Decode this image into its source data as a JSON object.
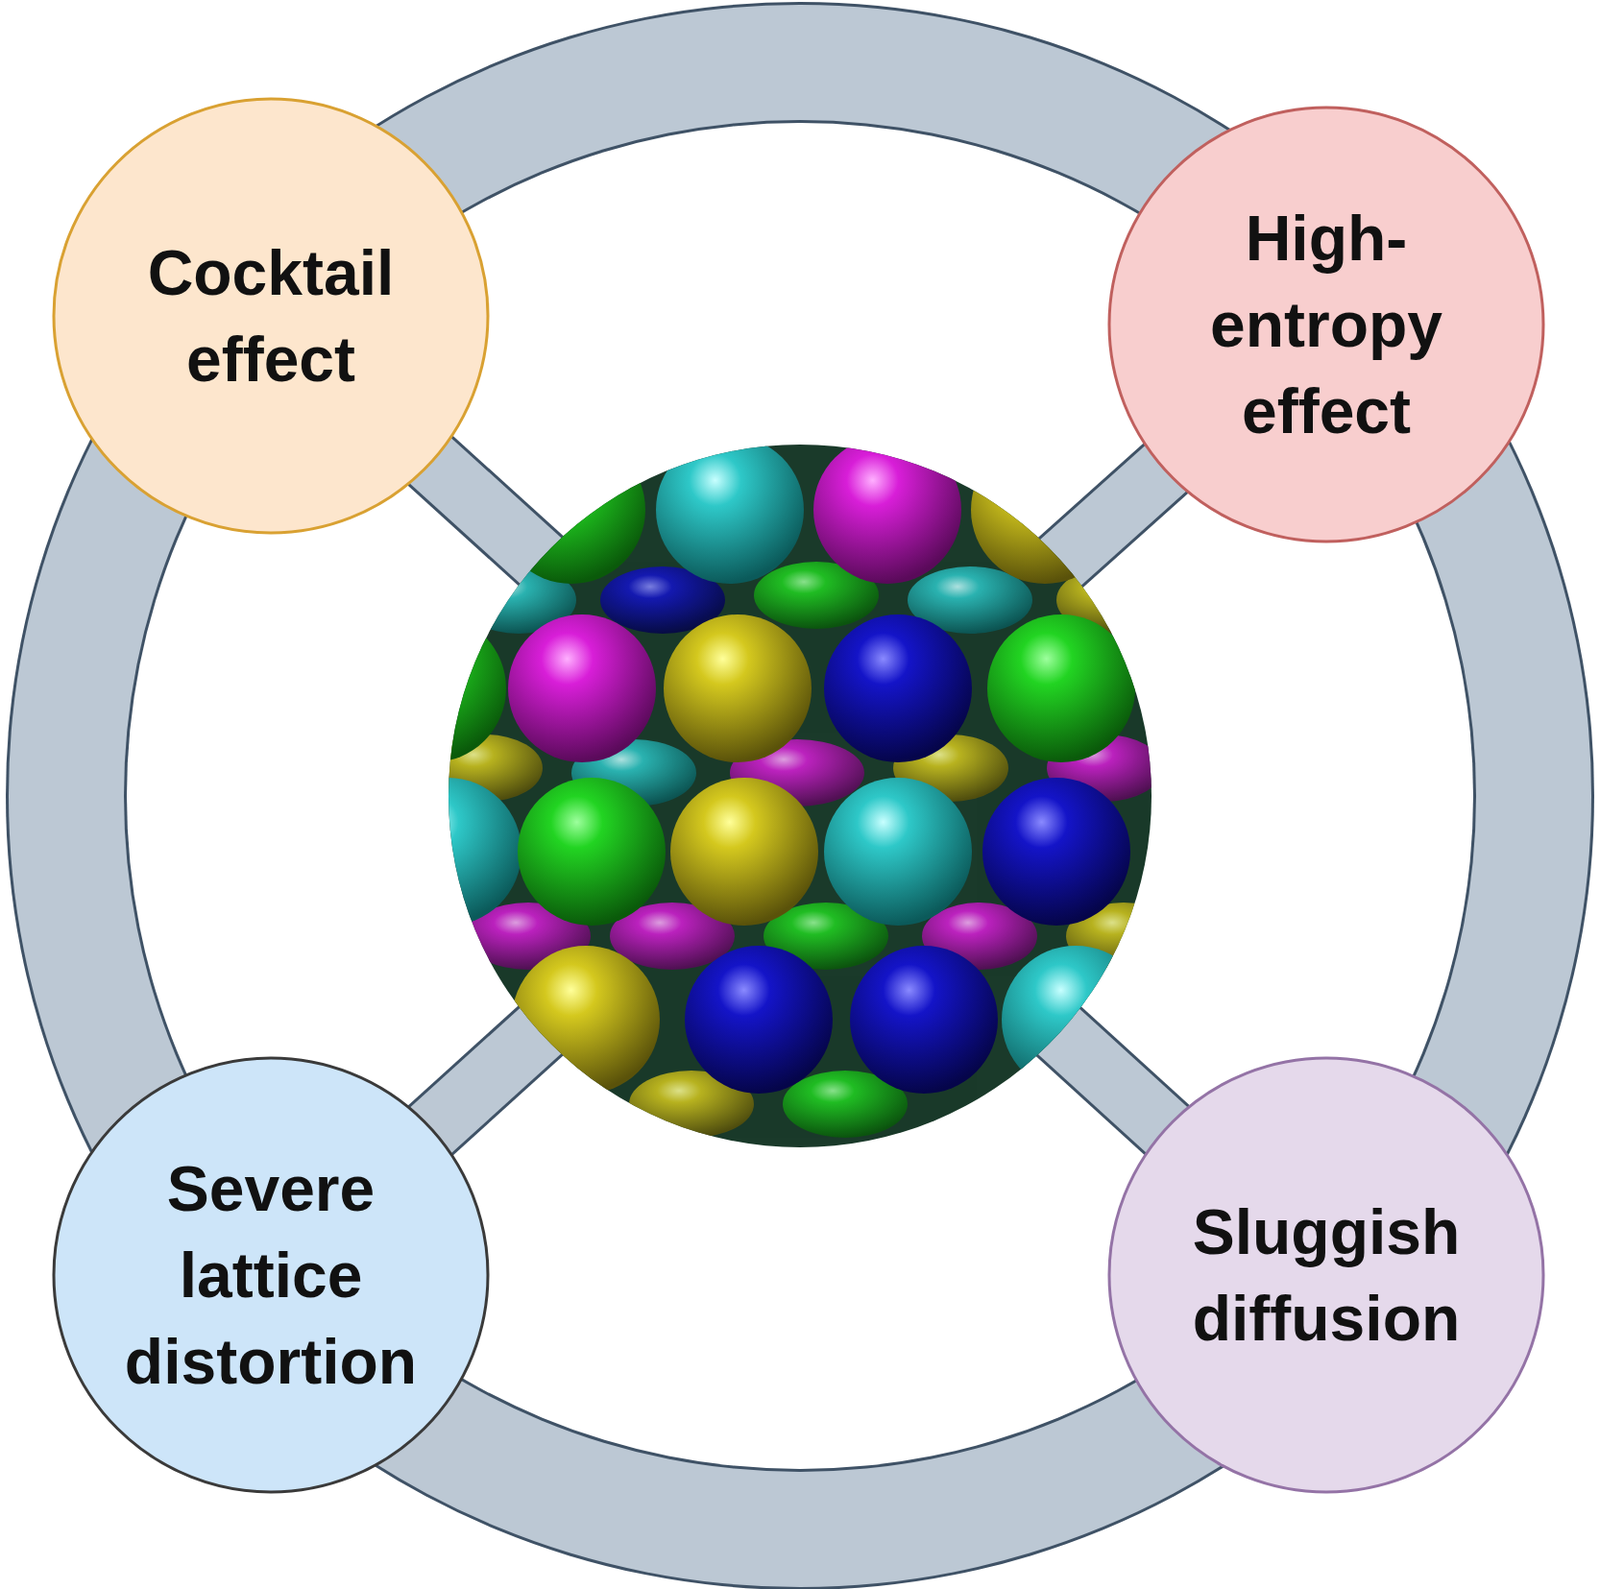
{
  "diagram": {
    "nodes": [
      {
        "text": [
          "Cocktail effect"
        ]
      },
      {
        "text": [
          "High-entropy effect"
        ]
      },
      {
        "text": [
          "Severe lattice distortion"
        ]
      },
      {
        "text": [
          "Sluggish diffusion"
        ]
      }
    ]
  }
}
